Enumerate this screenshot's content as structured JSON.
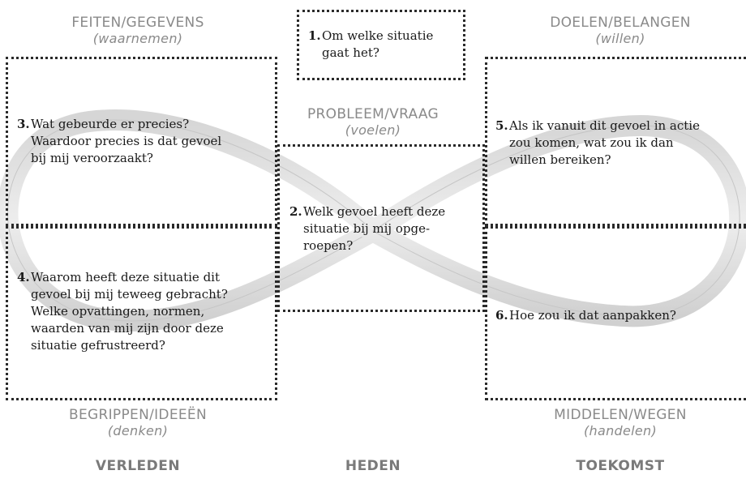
{
  "headings": {
    "top_left": {
      "title": "FEITEN/GEGEVENS",
      "subtitle": "(waarnemen)"
    },
    "top_right": {
      "title": "DOELEN/BELANGEN",
      "subtitle": "(willen)"
    },
    "middle": {
      "title": "PROBLEEM/VRAAG",
      "subtitle": "(voelen)"
    },
    "bottom_left": {
      "title": "BEGRIPPEN/IDEEËN",
      "subtitle": "(denken)"
    },
    "bottom_right": {
      "title": "MIDDELEN/WEGEN",
      "subtitle": "(handelen)"
    }
  },
  "questions": [
    {
      "number": "1.",
      "lines": [
        "Om welke situatie",
        "gaat het?"
      ]
    },
    {
      "number": "2.",
      "lines": [
        "Welk gevoel heeft deze",
        "situatie bij mij opge-",
        "roepen?"
      ]
    },
    {
      "number": "3.",
      "lines": [
        "Wat gebeurde er precies?",
        "Waardoor precies is dat gevoel",
        "bij mij veroorzaakt?"
      ]
    },
    {
      "number": "4.",
      "lines": [
        "Waarom heeft deze situatie dit",
        "gevoel bij mij teweeg gebracht?",
        "Welke opvattingen, normen,",
        "waarden van mij zijn door deze",
        "situatie gefrustreerd?"
      ]
    },
    {
      "number": "5.",
      "lines": [
        "Als ik vanuit dit gevoel in actie",
        "zou komen, wat zou ik dan",
        "willen bereiken?"
      ]
    },
    {
      "number": "6.",
      "lines": [
        "Hoe zou ik dat aanpakken?"
      ]
    }
  ],
  "timeline": {
    "past": "VERLEDEN",
    "present": "HEDEN",
    "future": "TOEKOMST"
  },
  "colors": {
    "band": "#e2e2e2",
    "band_edge": "#c8c8c8",
    "heading": "#8a8a8a",
    "timeline": "#7a7a7a",
    "dots": "#2a2a2a"
  }
}
